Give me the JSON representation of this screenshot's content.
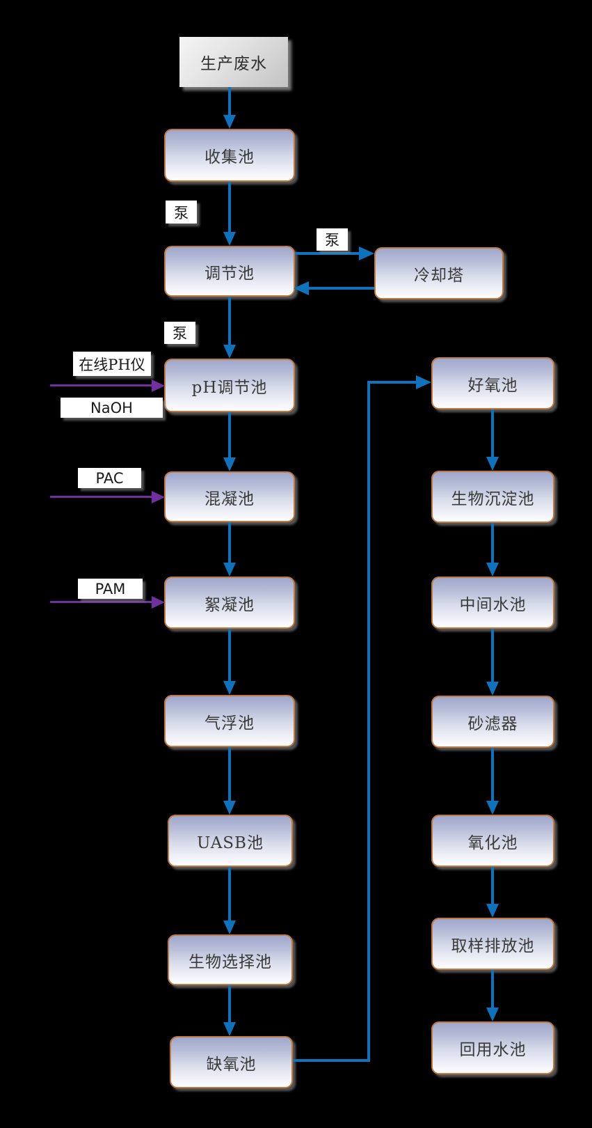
{
  "diagram": {
    "type": "flowchart",
    "background": "#000000",
    "colors": {
      "flow_arrow_blue": "#0E72BC",
      "dosing_arrow_purple": "#7030A0",
      "node_border_orange": "#C2793E",
      "node_fill_top": "#9FA7CB",
      "node_fill_bottom": "#FDFDFF",
      "source_fill": "#D9D9D9",
      "tag_fill": "#FFFFFF"
    }
  },
  "nodes": {
    "production_wastewater": {
      "label": "生产废水"
    },
    "collection_pool": {
      "label": "收集池"
    },
    "regulation_pool": {
      "label": "调节池"
    },
    "cooling_tower": {
      "label": "冷却塔"
    },
    "ph_adjust_pool": {
      "label": "pH调节池"
    },
    "coagulation_pool": {
      "label": "混凝池"
    },
    "flocculation_pool": {
      "label": "絮凝池"
    },
    "air_flotation_pool": {
      "label": "气浮池"
    },
    "uasb_pool": {
      "label": "UASB池"
    },
    "bio_selection_pool": {
      "label": "生物选择池"
    },
    "anoxic_pool": {
      "label": "缺氧池"
    },
    "aerobic_pool": {
      "label": "好氧池"
    },
    "bio_sedimentation_pool": {
      "label": "生物沉淀池"
    },
    "intermediate_pool": {
      "label": "中间水池"
    },
    "sand_filter": {
      "label": "砂滤器"
    },
    "oxidation_pool": {
      "label": "氧化池"
    },
    "sampling_discharge_pool": {
      "label": "取样排放池"
    },
    "reuse_pool": {
      "label": "回用水池"
    }
  },
  "annotations": {
    "pump_1": {
      "label": "泵"
    },
    "pump_2": {
      "label": "泵"
    },
    "pump_3": {
      "label": "泵"
    },
    "online_ph_meter": {
      "label": "在线PH仪"
    },
    "naoh": {
      "label": "NaOH"
    },
    "pac": {
      "label": "PAC"
    },
    "pam": {
      "label": "PAM"
    }
  },
  "edges": [
    {
      "from": "production_wastewater",
      "to": "collection_pool",
      "type": "flow"
    },
    {
      "from": "collection_pool",
      "to": "regulation_pool",
      "type": "flow",
      "label": "泵"
    },
    {
      "from": "regulation_pool",
      "to": "cooling_tower",
      "type": "flow",
      "label": "泵"
    },
    {
      "from": "cooling_tower",
      "to": "regulation_pool",
      "type": "flow"
    },
    {
      "from": "regulation_pool",
      "to": "ph_adjust_pool",
      "type": "flow",
      "label": "泵"
    },
    {
      "from": "ph_adjust_pool",
      "to": "coagulation_pool",
      "type": "flow"
    },
    {
      "from": "coagulation_pool",
      "to": "flocculation_pool",
      "type": "flow"
    },
    {
      "from": "flocculation_pool",
      "to": "air_flotation_pool",
      "type": "flow"
    },
    {
      "from": "air_flotation_pool",
      "to": "uasb_pool",
      "type": "flow"
    },
    {
      "from": "uasb_pool",
      "to": "bio_selection_pool",
      "type": "flow"
    },
    {
      "from": "bio_selection_pool",
      "to": "anoxic_pool",
      "type": "flow"
    },
    {
      "from": "anoxic_pool",
      "to": "aerobic_pool",
      "type": "flow-elbow"
    },
    {
      "from": "aerobic_pool",
      "to": "bio_sedimentation_pool",
      "type": "flow"
    },
    {
      "from": "bio_sedimentation_pool",
      "to": "intermediate_pool",
      "type": "flow"
    },
    {
      "from": "intermediate_pool",
      "to": "sand_filter",
      "type": "flow"
    },
    {
      "from": "sand_filter",
      "to": "oxidation_pool",
      "type": "flow"
    },
    {
      "from": "oxidation_pool",
      "to": "sampling_discharge_pool",
      "type": "flow"
    },
    {
      "from": "sampling_discharge_pool",
      "to": "reuse_pool",
      "type": "flow"
    },
    {
      "from": "online_ph_meter",
      "to": "ph_adjust_pool",
      "type": "dosing",
      "reagent": "NaOH"
    },
    {
      "from": "pac",
      "to": "coagulation_pool",
      "type": "dosing"
    },
    {
      "from": "pam",
      "to": "flocculation_pool",
      "type": "dosing"
    }
  ]
}
